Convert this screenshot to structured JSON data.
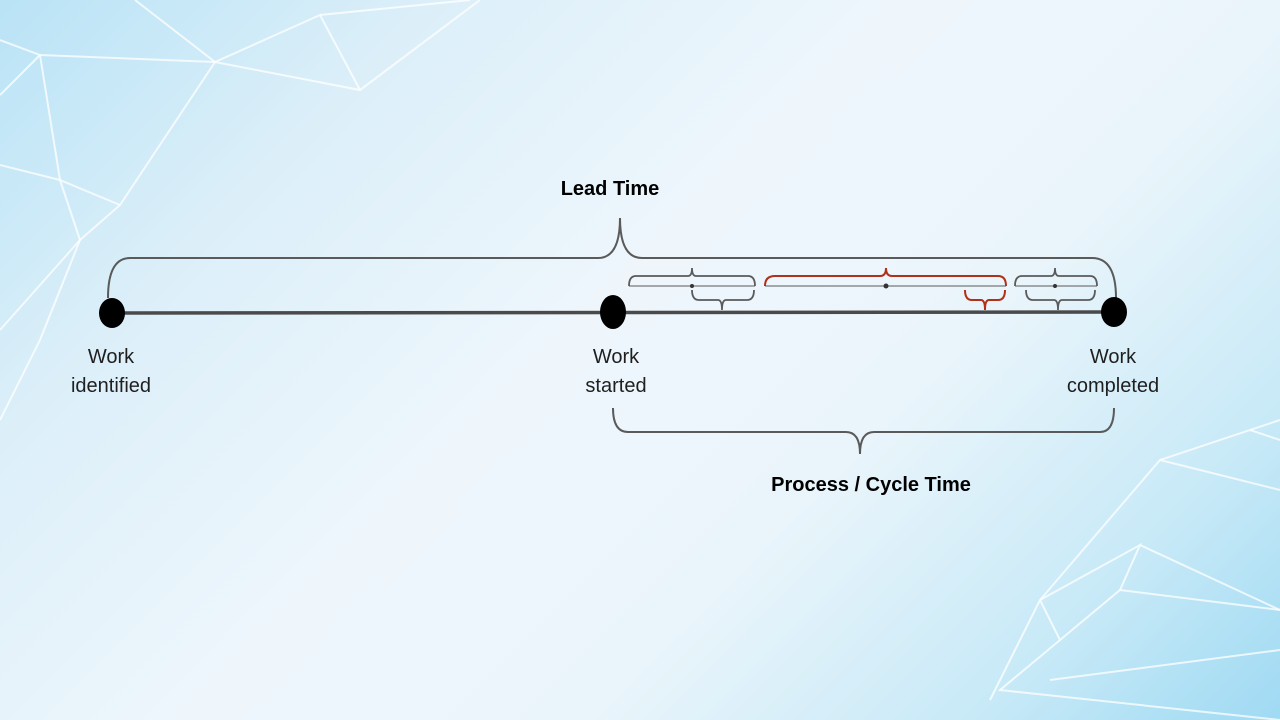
{
  "diagram": {
    "lead_time_label": "Lead Time",
    "cycle_time_label": "Process / Cycle Time",
    "milestones": [
      {
        "label": "Work\nidentified"
      },
      {
        "label": "Work\nstarted"
      },
      {
        "label": "Work\ncompleted"
      }
    ],
    "colors": {
      "timeline": "#4a4a4a",
      "bracket": "#5a5a5a",
      "wait_bracket": "#b03018",
      "dot": "#000000",
      "mesh": "#ffffff"
    }
  }
}
